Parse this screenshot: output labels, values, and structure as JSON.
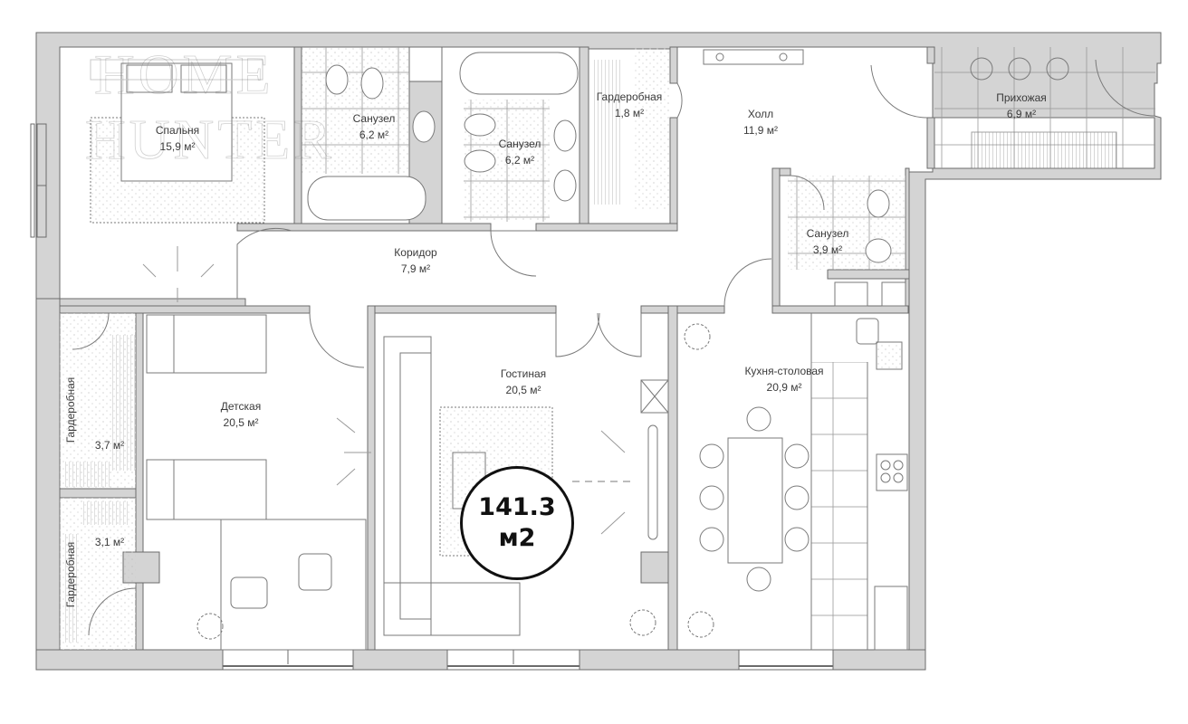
{
  "plan": {
    "total_area": {
      "value": "141.3",
      "unit": "м2"
    },
    "watermark": {
      "line1": "HOME",
      "line2": "HUNTER"
    },
    "colors": {
      "wall_fill": "#d4d4d4",
      "wall_stroke": "#6b6b6b",
      "line": "#7a7a7a",
      "background": "#ffffff",
      "badge": "#111111"
    },
    "rooms": [
      {
        "id": "bedroom",
        "name": "Спальня",
        "area": "15,9 м²"
      },
      {
        "id": "bathroom-1",
        "name": "Санузел",
        "area": "6,2 м²"
      },
      {
        "id": "bathroom-2",
        "name": "Санузел",
        "area": "6,2 м²"
      },
      {
        "id": "dressing-1",
        "name": "Гардеробная",
        "area": "1,8 м²"
      },
      {
        "id": "hall",
        "name": "Холл",
        "area": "11,9 м²"
      },
      {
        "id": "entry",
        "name": "Прихожая",
        "area": "6,9 м²"
      },
      {
        "id": "corridor",
        "name": "Коридор",
        "area": "7,9 м²"
      },
      {
        "id": "bathroom-3",
        "name": "Санузел",
        "area": "3,9 м²"
      },
      {
        "id": "dressing-2",
        "name": "Гардеробная",
        "area": "3,7 м²"
      },
      {
        "id": "kids-room",
        "name": "Детская",
        "area": "20,5 м²"
      },
      {
        "id": "living-room",
        "name": "Гостиная",
        "area": "20,5 м²"
      },
      {
        "id": "kitchen-dining",
        "name": "Кухня-столовая",
        "area": "20,9 м²"
      },
      {
        "id": "dressing-3",
        "name": "Гардеробная",
        "area": "3,1 м²"
      }
    ]
  }
}
